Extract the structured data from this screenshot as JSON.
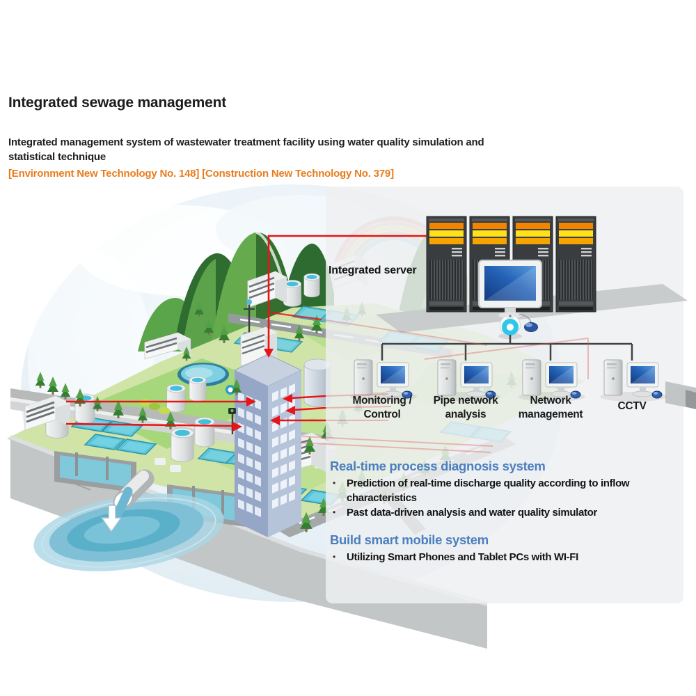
{
  "header": {
    "title": "Integrated sewage management",
    "subtitle": "Integrated management system of wastewater treatment facility using water quality simulation and statistical technique",
    "badges": "[Environment New Technology No. 148] [Construction New Technology No. 379]"
  },
  "diagram": {
    "server_label": "Integrated server",
    "workstations": [
      {
        "label": "Monitoring / Control"
      },
      {
        "label": "Pipe network analysis"
      },
      {
        "label": "Network management"
      },
      {
        "label": "CCTV"
      }
    ],
    "icons": [
      "server-rack-icon",
      "monitor-icon",
      "hub-device-icon",
      "mouse-icon",
      "mountain-icon",
      "water-tank-icon",
      "treatment-pool-icon",
      "discharge-pipe-icon",
      "rainbow-icon",
      "tree-icon"
    ],
    "colors": {
      "accent_red": "#e81417",
      "heading_blue": "#4c7fbe",
      "badge_orange": "#e87c1e",
      "hub_cyan": "#2fc7e9",
      "panel_gray": "#eef0f1"
    }
  },
  "panel": {
    "sections": [
      {
        "heading": "Real-time process diagnosis system",
        "bullets": [
          "Prediction of real-time discharge quality according to inflow characteristics",
          "Past data-driven analysis and water quality simulator"
        ]
      },
      {
        "heading": "Build smart mobile system",
        "bullets": [
          "Utilizing Smart Phones and Tablet PCs with WI-FI"
        ]
      }
    ],
    "bullet_char": "●"
  }
}
